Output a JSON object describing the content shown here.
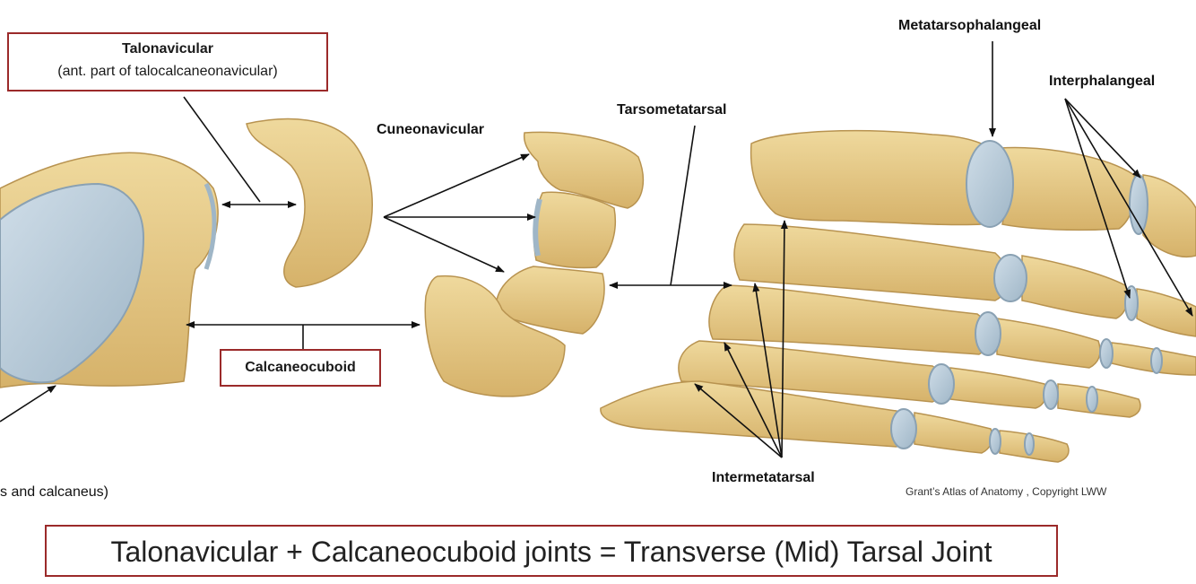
{
  "labels": {
    "talonavicular_title": "Talonavicular",
    "talonavicular_subtitle": "(ant. part of talocalcaneonavicular)",
    "cuneonavicular": "Cuneonavicular",
    "tarsometatarsal": "Tarsometatarsal",
    "metatarsophalangeal": "Metatarsophalangeal",
    "interphalangeal": "Interphalangeal",
    "calcaneocuboid": "Calcaneocuboid",
    "intermetatarsal": "Intermetatarsal",
    "partial_caption": "s and calcaneus)"
  },
  "credit": "Grant’s Atlas of Anatomy , Copyright LWW",
  "summary": "Talonavicular + Calcaneocuboid joints = Transverse (Mid) Tarsal Joint",
  "colors": {
    "bone": "#e6cc8a",
    "bone_dark": "#c9a45c",
    "cartilage": "#b9cbd8",
    "box_border": "#9b2a2a",
    "arrow": "#111111"
  }
}
